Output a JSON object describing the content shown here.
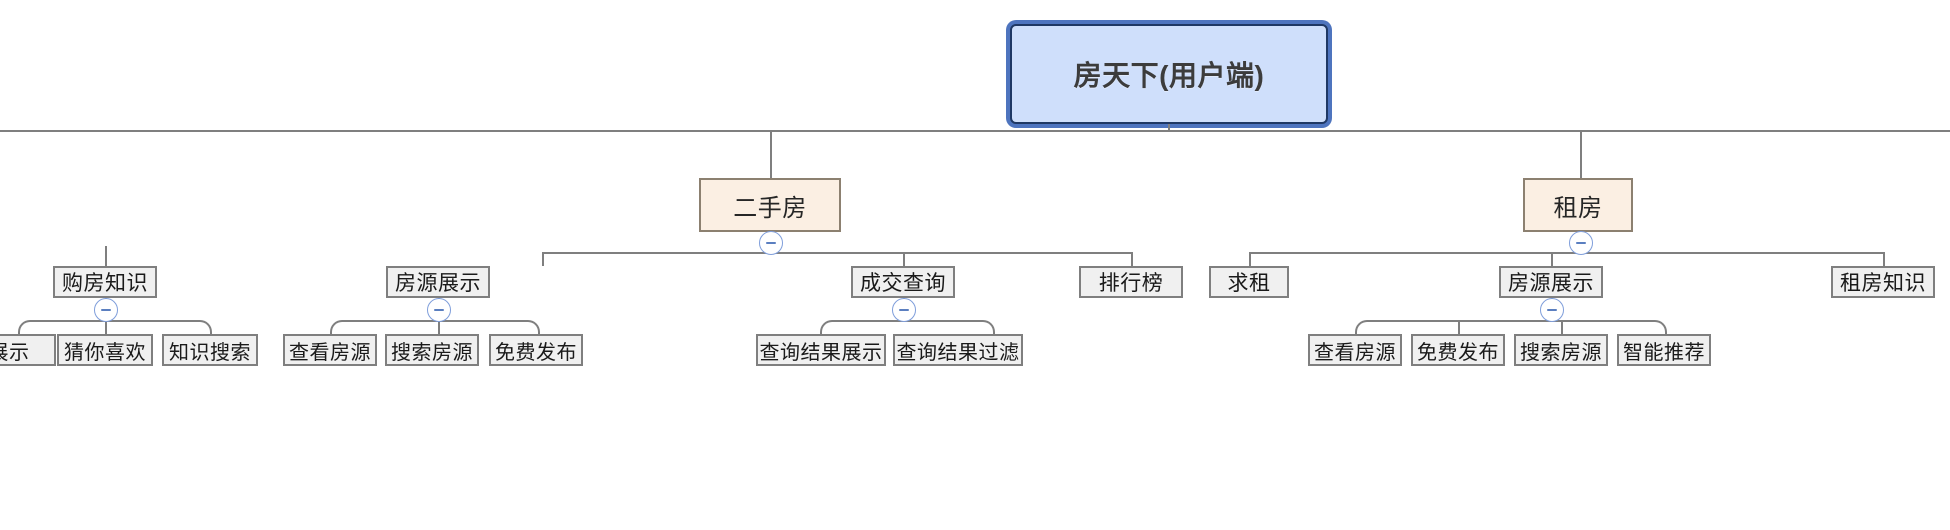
{
  "diagram": {
    "type": "mind-map-tree",
    "title": "房天下(用户端)",
    "root": {
      "label": "房天下(用户端)"
    },
    "branches": [
      {
        "label": "二手房",
        "toggle": "minus",
        "children": [
          {
            "label": "房源展示",
            "toggle": "minus",
            "children": [
              {
                "label": "查看房源"
              },
              {
                "label": "搜索房源"
              },
              {
                "label": "免费发布"
              }
            ]
          },
          {
            "label": "成交查询",
            "toggle": "minus",
            "children": [
              {
                "label": "查询结果展示"
              },
              {
                "label": "查询结果过滤"
              }
            ]
          },
          {
            "label": "排行榜"
          }
        ]
      },
      {
        "label": "租房",
        "toggle": "minus",
        "children": [
          {
            "label": "求租"
          },
          {
            "label": "房源展示",
            "toggle": "minus",
            "children": [
              {
                "label": "查看房源"
              },
              {
                "label": "免费发布"
              },
              {
                "label": "搜索房源"
              },
              {
                "label": "智能推荐"
              }
            ]
          },
          {
            "label": "租房知识"
          }
        ]
      }
    ],
    "offscreen_left_branch": {
      "label": "购房知识",
      "toggle": "minus",
      "children": [
        {
          "label": "展示"
        },
        {
          "label": "猜你喜欢"
        },
        {
          "label": "知识搜索"
        }
      ]
    },
    "colors": {
      "root_fill": "#cfdffb",
      "root_border": "#1f3864",
      "root_glow": "#4e74be",
      "level2_fill": "#fbefe3",
      "level2_border": "#8c8070",
      "leaf_fill": "#f0f0f0",
      "leaf_border": "#7f7f7f",
      "connector": "#7f7f7f",
      "toggle_border": "#7f9edb",
      "toggle_glyph": "#5b7fc0",
      "canvas": "#ffffff"
    }
  }
}
